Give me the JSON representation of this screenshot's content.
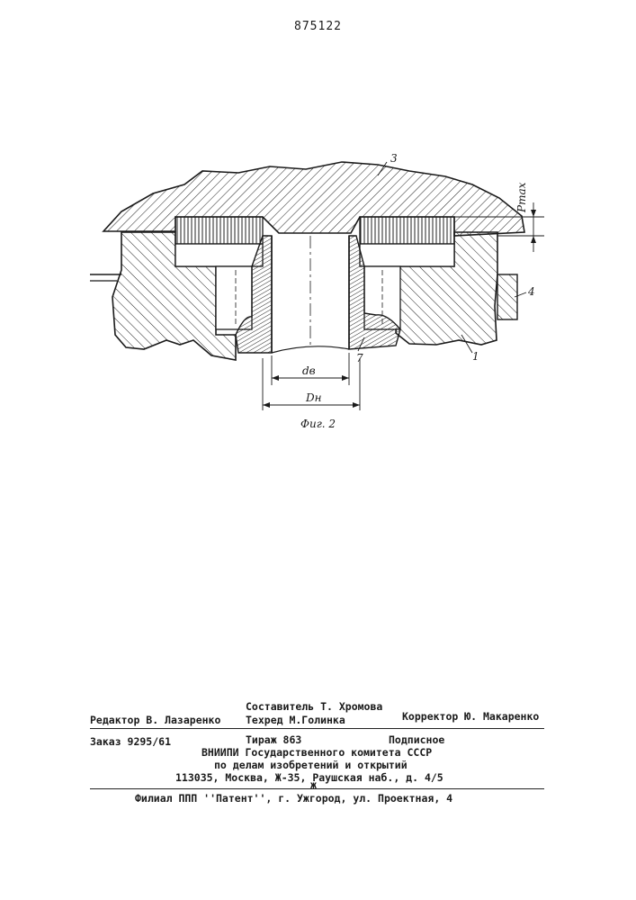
{
  "header": {
    "patent_number": "875122"
  },
  "figure": {
    "label_3": "3",
    "label_1": "1",
    "label_4": "4",
    "label_7": "7",
    "label_pmax": "Pmax",
    "label_dv": "dв",
    "label_dn": "Dн",
    "caption": "Фиг. 2"
  },
  "imprint": {
    "compiler": "Составитель Т. Хромова",
    "editor": "Редактор В. Лазаренко",
    "techred": "Техред М.Голинка",
    "corrector": "Корректор Ю. Макаренко",
    "order": "Заказ 9295/61",
    "circulation": "Тираж 863",
    "subscription": "Подписное",
    "org_line1": "ВНИИПИ Государственного комитета СССР",
    "org_line2": "по делам изобретений и открытий",
    "address": "113035, Москва, Ж-35, Раушская наб., д. 4/5",
    "separator_mark": "ж",
    "branch": "Филиал ППП ''Патент'', г. Ужгород, ул. Проектная, 4"
  }
}
